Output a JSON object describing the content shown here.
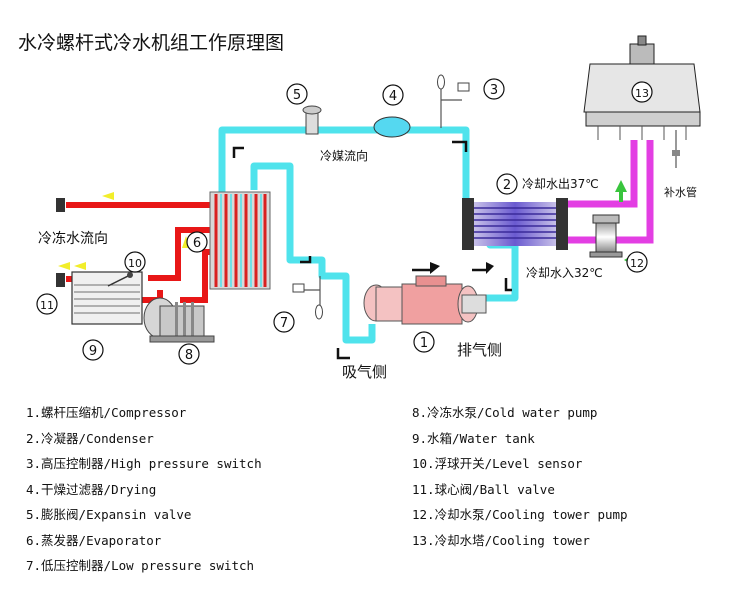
{
  "title": "水冷螺杆式冷水机组工作原理图",
  "flow_labels": {
    "refrigerant_flow": "冷媒流向",
    "chilled_water_flow": "冷冻水流向",
    "cooling_water_out": "冷却水出37℃",
    "cooling_water_in": "冷却水入32℃",
    "makeup_pipe": "补水管",
    "suction_side": "吸气侧",
    "discharge_side": "排气侧"
  },
  "callouts": [
    "1",
    "2",
    "3",
    "4",
    "5",
    "6",
    "7",
    "8",
    "9",
    "10",
    "11",
    "12",
    "13"
  ],
  "legend_left": [
    "1.螺杆压缩机/Compressor",
    "2.冷凝器/Condenser",
    "3.高压控制器/High pressure switch",
    "4.干燥过滤器/Drying",
    "5.膨胀阀/Expansin valve",
    "6.蒸发器/Evaporator",
    "7.低压控制器/Low pressure switch"
  ],
  "legend_right": [
    "8.冷冻水泵/Cold water pump",
    "9.水箱/Water tank",
    "10.浮球开关/Level sensor",
    "11.球心阀/Ball valve",
    "12.冷却水泵/Cooling tower pump",
    "13.冷却水塔/Cooling tower"
  ],
  "colors": {
    "refrigerant_pipe": "#4fe3ec",
    "chilled_water_pipe": "#e81717",
    "cooling_water_pipe": "#e33ee3",
    "flow_arrow_yellow": "#f2ee2a",
    "flow_arrow_green": "#39c53d"
  }
}
